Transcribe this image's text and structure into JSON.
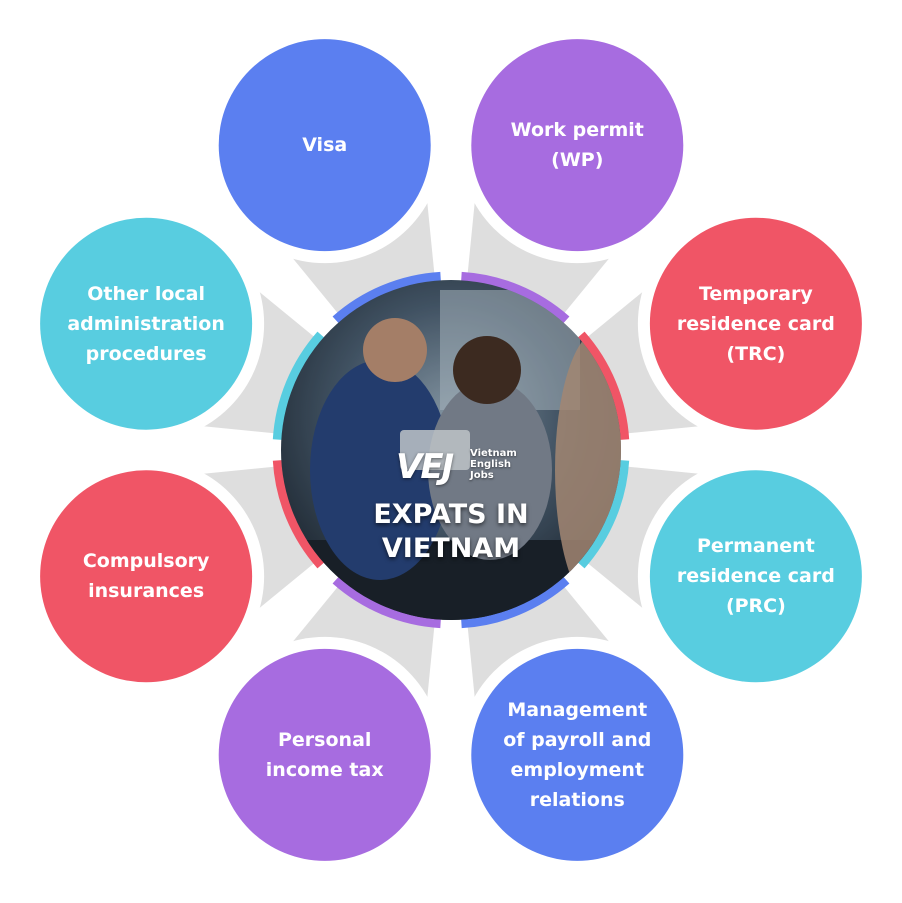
{
  "center": {
    "title": "EXPATS IN\nVIETNAM",
    "logo_mark": "VEJ",
    "logo_sub": "Vietnam\nEnglish\nJobs"
  },
  "colors": {
    "blue": "#5b7ff0",
    "purple": "#a76ce0",
    "red": "#f05566",
    "cyan": "#58cde0",
    "spoke": "#dedede"
  },
  "nodes": [
    {
      "label": "Visa",
      "color": "blue"
    },
    {
      "label": "Work permit\n(WP)",
      "color": "purple"
    },
    {
      "label": "Temporary\nresidence card\n(TRC)",
      "color": "red"
    },
    {
      "label": "Permanent\nresidence card\n(PRC)",
      "color": "cyan"
    },
    {
      "label": "Management\nof payroll and\nemployment\nrelations",
      "color": "blue"
    },
    {
      "label": "Personal\nincome tax",
      "color": "purple"
    },
    {
      "label": "Compulsory\ninsurances",
      "color": "red"
    },
    {
      "label": "Other local\nadministration\nprocedures",
      "color": "cyan"
    }
  ]
}
